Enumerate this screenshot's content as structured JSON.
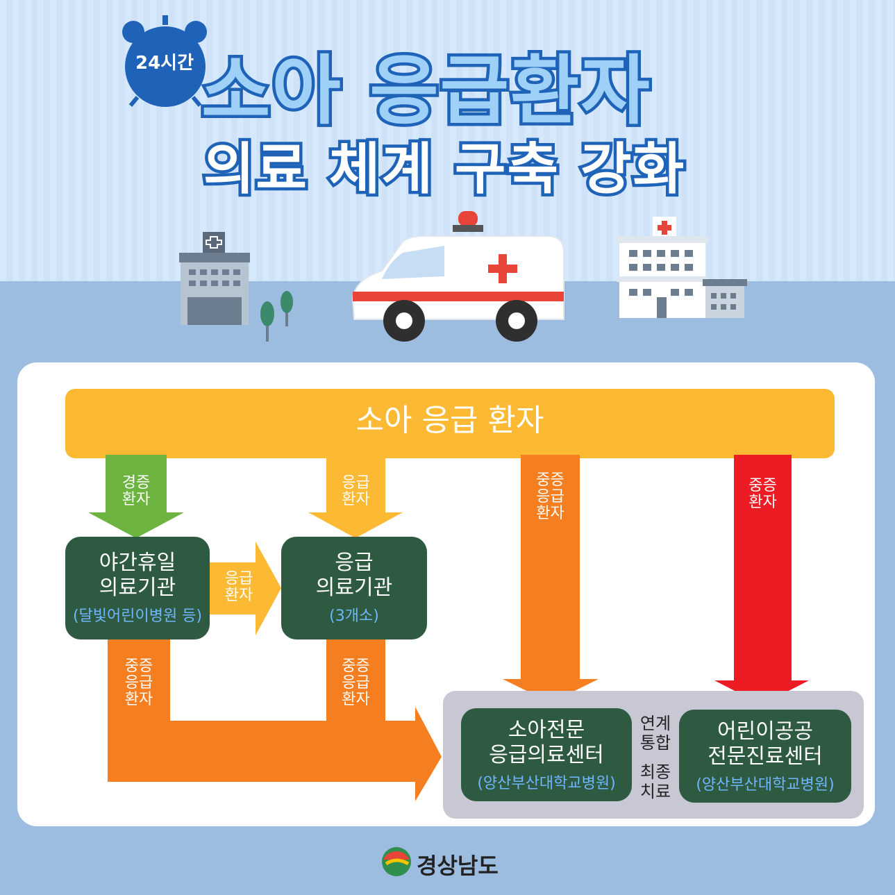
{
  "clock_badge": "24시간",
  "title": {
    "line1": "소아 응급환자",
    "line2": "의료 체계 구축 강화"
  },
  "flow": {
    "top_bar": "소아 응급 환자",
    "arrow_mild": "경증\n환자",
    "arrow_emergency_top": "응급\n환자",
    "arrow_severe_emergency": "중증\n응급\n환자",
    "arrow_severe": "중증\n환자",
    "arrow_between_boxes": "응급\n환자",
    "arrow_left_down": "중증\n응급\n환자",
    "arrow_mid_down": "중증\n응급\n환자",
    "box_night": {
      "line1": "야간휴일",
      "line2": "의료기관",
      "sub": "(달빛어린이병원 등)"
    },
    "box_emergency": {
      "line1": "응급",
      "line2": "의료기관",
      "sub": "(3개소)"
    },
    "box_pediatric_center": {
      "line1": "소아전문",
      "line2": "응급의료센터",
      "sub": "(양산부산대학교병원)"
    },
    "box_public_center": {
      "line1": "어린이공공",
      "line2": "전문진료센터",
      "sub": "(양산부산대학교병원)"
    },
    "link_label_1": "연계\n통합",
    "link_label_2": "최종\n치료"
  },
  "footer": {
    "logo_text": "경상남도"
  },
  "colors": {
    "yellow": "#fcb934",
    "green_arrow": "#6cb43f",
    "orange": "#f57f20",
    "red": "#ed1c24",
    "dark_green": "#2d5a40",
    "blue_outline": "#1e63b8"
  }
}
